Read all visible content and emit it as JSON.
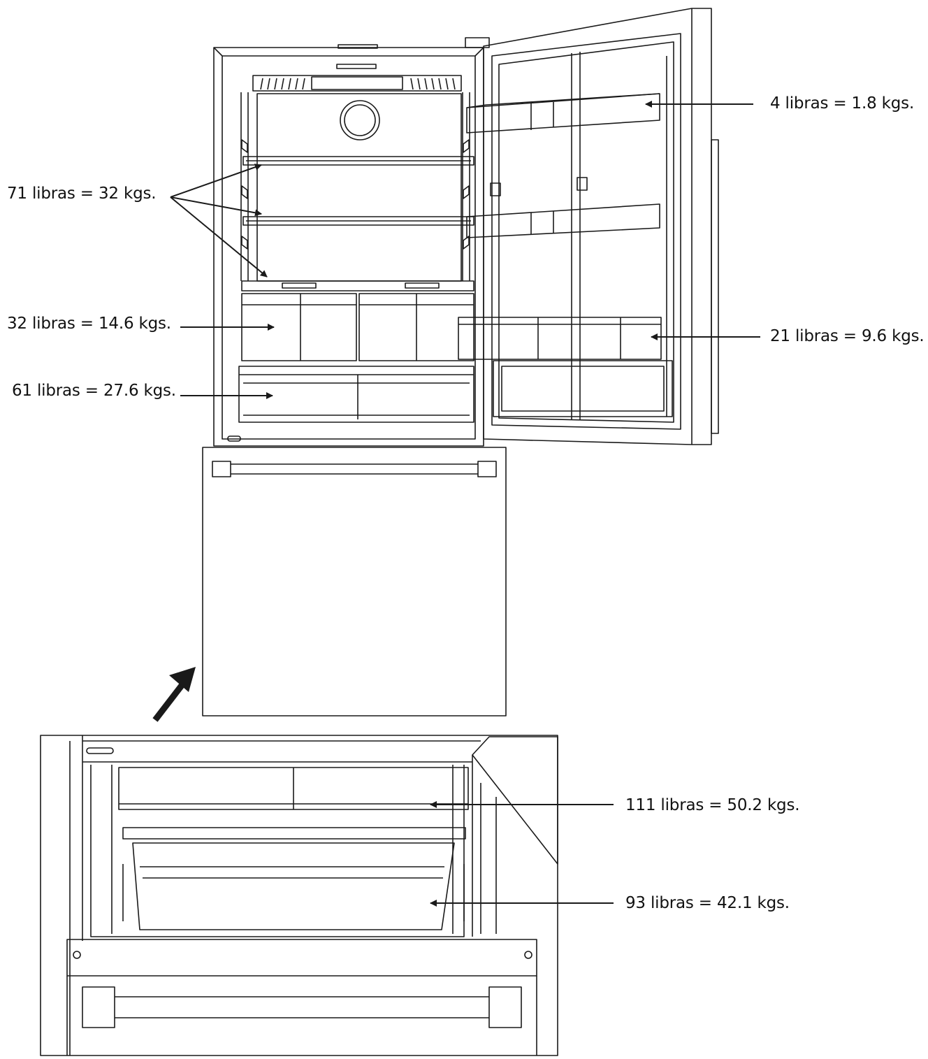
{
  "labels": {
    "door_top_shelf": "4 libras = 1.8 kgs.",
    "interior_shelves": "71 libras = 32 kgs.",
    "crisper_drawers": "32 libras  = 14.6 kgs.",
    "deli_drawer": "61 libras = 27.6 kgs.",
    "door_bin": "21 libras = 9.6 kgs.",
    "freezer_upper_basket": "111 libras = 50.2 kgs.",
    "freezer_lower_basket": "93 libras = 42.1 kgs."
  },
  "colors": {
    "line": "#1a1a1a",
    "background": "#ffffff"
  }
}
